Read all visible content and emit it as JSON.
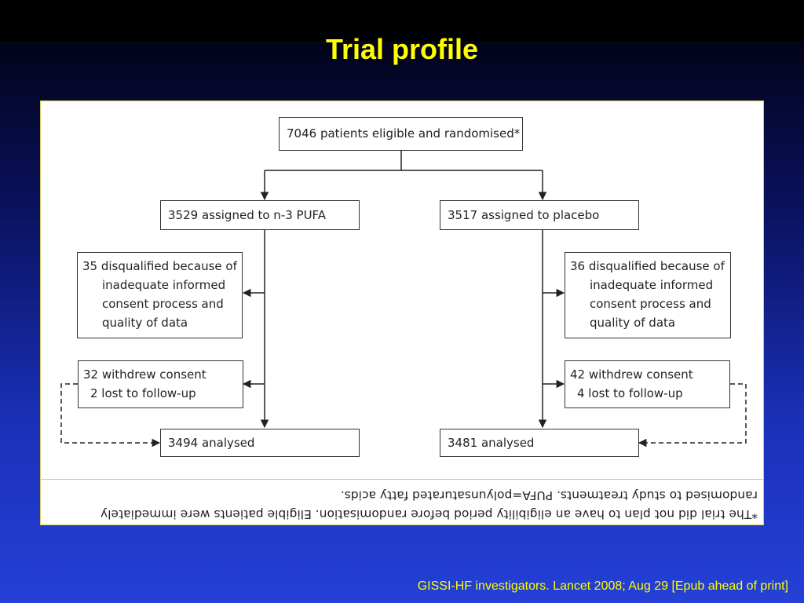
{
  "slide": {
    "title": "Trial profile",
    "citation": "GISSI-HF investigators. Lancet 2008; Aug 29 [Epub ahead of print]"
  },
  "flowchart": {
    "top": "7046 patients eligible and randomised*",
    "left_arm": {
      "assigned": "3529 assigned to n-3 PUFA",
      "disqualified": [
        "35 disqualified because of",
        "inadequate informed",
        "consent process and",
        "quality of data"
      ],
      "withdrawn": [
        "32 withdrew consent",
        "2 lost to follow-up"
      ],
      "analysed": "3494 analysed"
    },
    "right_arm": {
      "assigned": "3517 assigned to placebo",
      "disqualified": [
        "36 disqualified because of",
        "inadequate informed",
        "consent process and",
        "quality of data"
      ],
      "withdrawn": [
        "42 withdrew consent",
        "4 lost to follow-up"
      ],
      "analysed": "3481 analysed"
    }
  },
  "footnote": [
    "*The trial did not plan to have an eligibility period before randomisation. Eligible patients were immediately",
    "randomised to study treatments. PUFA=polyunsaturated fatty acids."
  ],
  "colors": {
    "title": "#ffff00",
    "citation": "#ffff00",
    "panel": "#ffffff",
    "panel_border": "#d8d060"
  }
}
